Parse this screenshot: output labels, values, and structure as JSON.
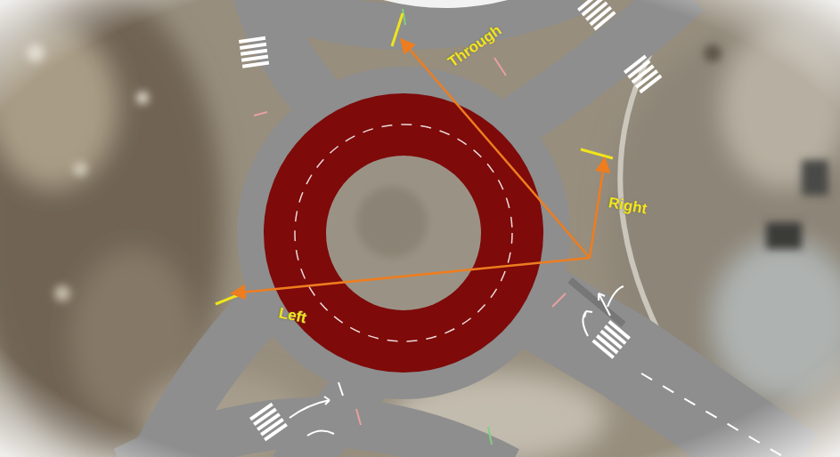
{
  "diagram": {
    "labels": [
      "Through",
      "Right",
      "Left"
    ]
  }
}
